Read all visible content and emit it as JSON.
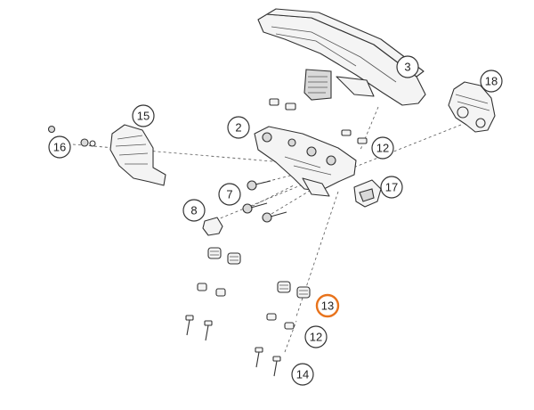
{
  "diagram": {
    "highlight_color": "#e8731c",
    "callouts": [
      {
        "id": "3",
        "label": "3",
        "highlighted": false
      },
      {
        "id": "18",
        "label": "18",
        "highlighted": false
      },
      {
        "id": "15",
        "label": "15",
        "highlighted": false
      },
      {
        "id": "16",
        "label": "16",
        "highlighted": false
      },
      {
        "id": "2",
        "label": "2",
        "highlighted": false
      },
      {
        "id": "12a",
        "label": "12",
        "highlighted": false
      },
      {
        "id": "17",
        "label": "17",
        "highlighted": false
      },
      {
        "id": "7",
        "label": "7",
        "highlighted": false
      },
      {
        "id": "8",
        "label": "8",
        "highlighted": false
      },
      {
        "id": "13",
        "label": "13",
        "highlighted": true
      },
      {
        "id": "12b",
        "label": "12",
        "highlighted": false
      },
      {
        "id": "14",
        "label": "14",
        "highlighted": false
      }
    ]
  }
}
